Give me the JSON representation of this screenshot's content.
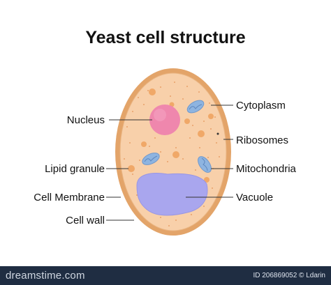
{
  "title": "Yeast cell structure",
  "labels": {
    "nucleus": "Nucleus",
    "lipid_granule": "Lipid granule",
    "cell_membrane": "Cell Membrane",
    "cell_wall": "Cell wall",
    "cytoplasm": "Cytoplasm",
    "ribosomes": "Ribosomes",
    "mitochondria": "Mitochondria",
    "vacuole": "Vacuole"
  },
  "footer": {
    "brand": "dreamstime.com",
    "credit": "ID 206869052 © Ldarin"
  },
  "colors": {
    "cell_wall": "#e3a469",
    "cytoplasm": "#f8d0aa",
    "nucleus": "#ef87ad",
    "vacuole": "#a9a6ee",
    "mitochondria": "#8eb4e0",
    "lipid": "#f0a868"
  }
}
